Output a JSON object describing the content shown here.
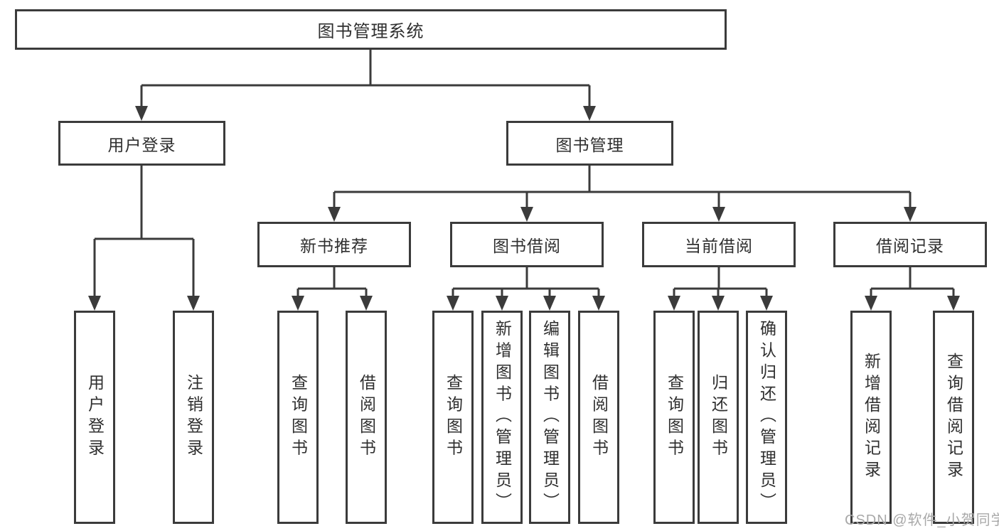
{
  "diagram": {
    "root_label": "图书管理系统",
    "level2": [
      "用户登录",
      "图书管理"
    ],
    "level3": [
      "新书推荐",
      "图书借阅",
      "当前借阅",
      "借阅记录"
    ],
    "leaves": {
      "user_login": [
        "用户登录",
        "注销登录"
      ],
      "new_book_recommend": [
        "查询图书",
        "借阅图书"
      ],
      "book_borrow": [
        "查询图书",
        "新增图书（管理员）",
        "编辑图书（管理员）",
        "借阅图书"
      ],
      "current_borrow": [
        "查询图书",
        "归还图书",
        "确认归还（管理员）"
      ],
      "borrow_records": [
        "新增借阅记录",
        "查询借阅记录"
      ]
    },
    "watermark": "CSDN @软件_小贺同学"
  },
  "colors": {
    "line": "#3b3b3b",
    "text": "#2f2f2f",
    "watermark": "#a9a9a9",
    "bg": "#ffffff"
  }
}
